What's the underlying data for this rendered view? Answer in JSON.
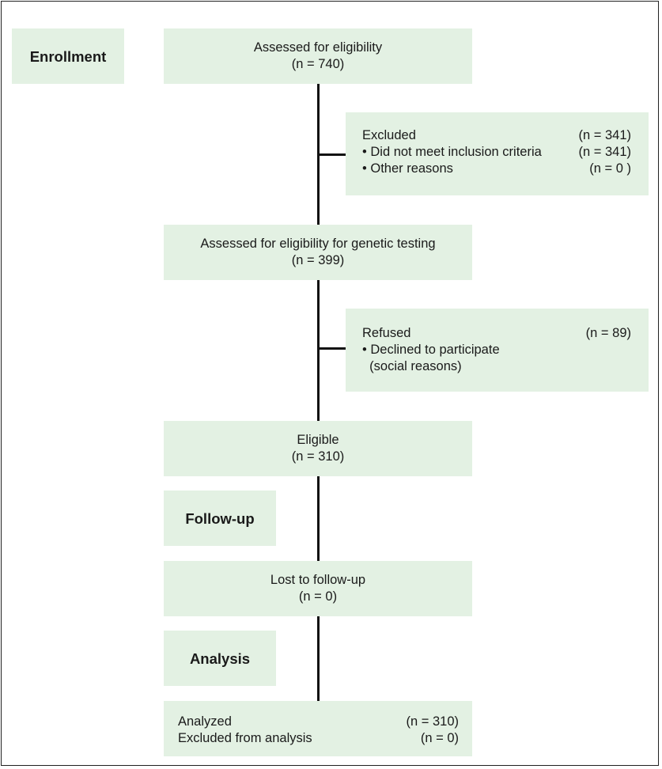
{
  "stages": {
    "enrollment": "Enrollment",
    "follow_up": "Follow-up",
    "analysis": "Analysis"
  },
  "boxes": {
    "assessed": {
      "title": "Assessed for eligibility",
      "n": "(n = 740)"
    },
    "excluded": {
      "rows": [
        {
          "label": "Excluded",
          "n": "(n = 341)"
        },
        {
          "label": "• Did not meet inclusion criteria",
          "n": "(n = 341)"
        },
        {
          "label": "• Other reasons",
          "n": "(n = 0 )"
        }
      ]
    },
    "genetic": {
      "title": "Assessed for eligibility for genetic testing",
      "n": "(n = 399)"
    },
    "refused": {
      "rows": [
        {
          "label": "Refused",
          "n": "(n = 89)"
        },
        {
          "label": "• Declined to participate",
          "n": ""
        },
        {
          "label": "  (social reasons)",
          "n": ""
        }
      ]
    },
    "eligible": {
      "title": "Eligible",
      "n": "(n = 310)"
    },
    "lost": {
      "title": "Lost to follow-up",
      "n": "(n = 0)"
    },
    "analyzed": {
      "rows": [
        {
          "label": "Analyzed",
          "n": "(n = 310)"
        },
        {
          "label": "Excluded from analysis",
          "n": "(n = 0)"
        }
      ]
    }
  },
  "colors": {
    "box_fill": "#e3f1e3",
    "line": "#111111",
    "frame": "#222222"
  }
}
